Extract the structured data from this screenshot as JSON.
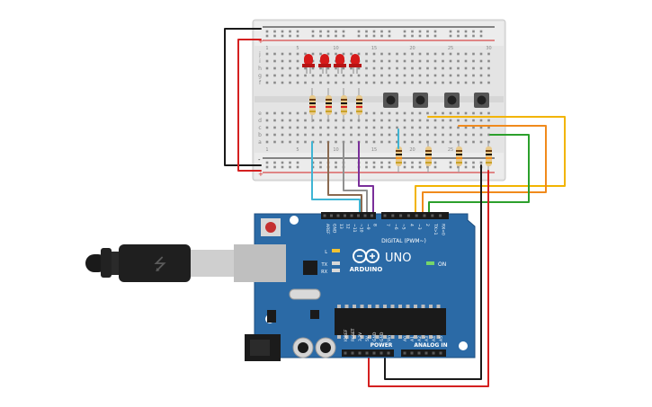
{
  "board": {
    "model": "UNO",
    "brand": "ARDUINO",
    "digital_label": "DIGITAL (PWM~)",
    "analog_label": "ANALOG IN",
    "power_label": "POWER",
    "on_label": "ON",
    "led_l": "L",
    "led_tx": "TX",
    "led_rx": "RX",
    "digital_pins": [
      "AREF",
      "GND",
      "13",
      "12",
      "~11",
      "~10",
      "~9",
      "8",
      "7",
      "~6",
      "~5",
      "4",
      "~3",
      "2",
      "TX>1",
      "RX<0"
    ],
    "analog_pins": [
      "A0",
      "A1",
      "A2",
      "A3",
      "A4",
      "A5"
    ],
    "power_pins": [
      "IOREF",
      "RESET",
      "3.3V",
      "5V",
      "GND",
      "GND",
      "Vin"
    ]
  },
  "breadboard": {
    "row_letters_top": [
      "j",
      "i",
      "h",
      "g",
      "f"
    ],
    "row_letters_bottom": [
      "e",
      "d",
      "c",
      "b",
      "a"
    ],
    "column_numbers": [
      "1",
      "5",
      "10",
      "15",
      "20",
      "25",
      "30"
    ],
    "rail_plus": "+",
    "rail_minus": "-"
  },
  "components": {
    "leds": [
      "led-1",
      "led-2",
      "led-3",
      "led-4"
    ],
    "buttons": [
      "button-1",
      "button-2",
      "button-3",
      "button-4"
    ]
  },
  "colors": {
    "wire_black": "#1a1a1a",
    "wire_red": "#d42020",
    "wire_cyan": "#3fb5d4",
    "wire_brown": "#8a6a50",
    "wire_gray": "#909090",
    "wire_purple": "#7a2f9a",
    "wire_yellow": "#f2b400",
    "wire_orange": "#f08a1c",
    "wire_green": "#2ca02c",
    "board_blue": "#2b6aa6",
    "led_red": "#d61a1a"
  }
}
